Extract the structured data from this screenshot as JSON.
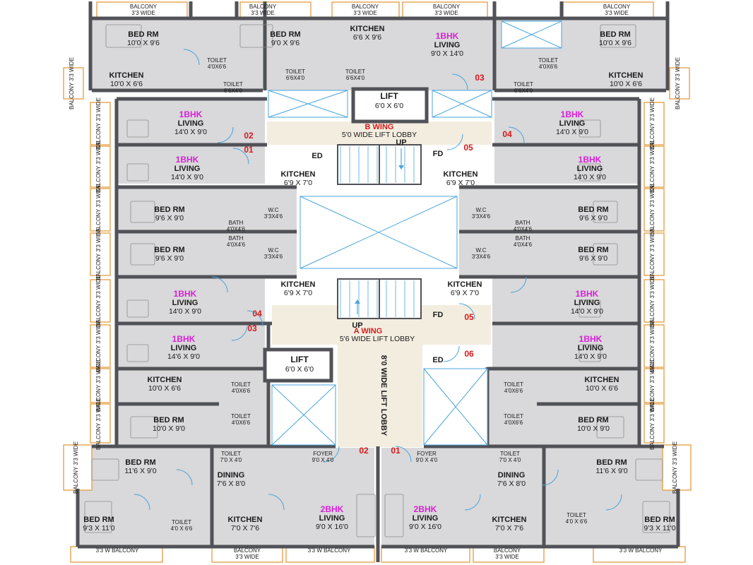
{
  "colors": {
    "wall": "#505257",
    "room_floor": "#d9d8da",
    "lobby_floor": "#f3ede0",
    "balcony_edge": "#e7a24d",
    "window": "#4aa6dc",
    "bhk_text": "#d81fd8",
    "flat_number": "#d61a1a"
  },
  "icons": [
    "door-swing-icon",
    "staircase-icon",
    "lift-shaft-icon",
    "duct-cross-icon",
    "furniture-icon"
  ],
  "rooms": [
    {
      "name": "BALCONY",
      "size": "3'3 WIDE",
      "kind": "balcony"
    },
    {
      "name": "BALCONY",
      "size": "3'3 WIDE",
      "kind": "balcony"
    },
    {
      "name": "BALCONY",
      "size": "3'3 WIDE",
      "kind": "balcony"
    },
    {
      "name": "BALCONY",
      "size": "3'3 WIDE",
      "kind": "balcony"
    },
    {
      "name": "BALCONY",
      "size": "3'3 WIDE",
      "kind": "balcony"
    },
    {
      "name": "BED RM",
      "size": "10'0 X 9'6",
      "kind": "room"
    },
    {
      "name": "BED RM",
      "size": "9'0 X 9'6",
      "kind": "room"
    },
    {
      "name": "KITCHEN",
      "size": "6'6 X 9'6",
      "kind": "room"
    },
    {
      "name": "LIVING",
      "size": "9'0 X 14'0",
      "tag": "1BHK",
      "kind": "room"
    },
    {
      "name": "BED RM",
      "size": "10'0 X 9'6",
      "kind": "room"
    },
    {
      "name": "TOILET",
      "size": "4'0X6'6",
      "kind": "small"
    },
    {
      "name": "TOILET",
      "size": "6'6X4'0",
      "kind": "small"
    },
    {
      "name": "TOILET",
      "size": "6'6X4'0",
      "kind": "small"
    },
    {
      "name": "TOILET",
      "size": "4'0X6'6",
      "kind": "small"
    },
    {
      "name": "KITCHEN",
      "size": "10'0 X 6'6",
      "kind": "room"
    },
    {
      "name": "TOILET",
      "size": "6'6X4'0",
      "kind": "small"
    },
    {
      "name": "TOILET",
      "size": "6'6X4'0",
      "kind": "small"
    },
    {
      "name": "KITCHEN",
      "size": "10'0 X 6'6",
      "kind": "room"
    },
    {
      "name": "LIFT",
      "size": "6'0 X 6'0",
      "kind": "big"
    },
    {
      "name": "LIVING",
      "size": "14'0 X 9'0",
      "tag": "1BHK",
      "kind": "room"
    },
    {
      "name": "LIVING",
      "size": "14'0 X 9'0",
      "tag": "1BHK",
      "kind": "room"
    },
    {
      "name": "LIVING",
      "size": "14'0 X 9'0",
      "tag": "1BHK",
      "kind": "room"
    },
    {
      "name": "LIVING",
      "size": "14'0 X 9'0",
      "tag": "1BHK",
      "kind": "room"
    },
    {
      "name": "KITCHEN",
      "size": "6'9 X 7'0",
      "kind": "room"
    },
    {
      "name": "KITCHEN",
      "size": "6'9 X 7'0",
      "kind": "room"
    },
    {
      "name": "BED RM",
      "size": "9'6 X 9'0",
      "kind": "room"
    },
    {
      "name": "BED RM",
      "size": "9'6 X 9'0",
      "kind": "room"
    },
    {
      "name": "BED RM",
      "size": "9'6 X 9'0",
      "kind": "room"
    },
    {
      "name": "BED RM",
      "size": "9'6 X 9'0",
      "kind": "room"
    },
    {
      "name": "W.C",
      "size": "3'3X4'6",
      "kind": "small"
    },
    {
      "name": "W.C",
      "size": "3'3X4'6",
      "kind": "small"
    },
    {
      "name": "W.C",
      "size": "3'3X4'6",
      "kind": "small"
    },
    {
      "name": "W.C",
      "size": "3'3X4'6",
      "kind": "small"
    },
    {
      "name": "BATH",
      "size": "4'0X4'6",
      "kind": "small"
    },
    {
      "name": "BATH",
      "size": "4'0X4'6",
      "kind": "small"
    },
    {
      "name": "BATH",
      "size": "4'0X4'6",
      "kind": "small"
    },
    {
      "name": "BATH",
      "size": "4'0X4'6",
      "kind": "small"
    },
    {
      "name": "KITCHEN",
      "size": "6'9 X 7'0",
      "kind": "room"
    },
    {
      "name": "KITCHEN",
      "size": "6'9 X 7'0",
      "kind": "room"
    },
    {
      "name": "LIVING",
      "size": "14'0 X 9'0",
      "tag": "1BHK",
      "kind": "room"
    },
    {
      "name": "LIVING",
      "size": "14'0 X 9'0",
      "tag": "1BHK",
      "kind": "room"
    },
    {
      "name": "LIVING",
      "size": "14'6 X 9'0",
      "tag": "1BHK",
      "kind": "room"
    },
    {
      "name": "LIVING",
      "size": "14'0 X 9'0",
      "tag": "1BHK",
      "kind": "room"
    },
    {
      "name": "LIFT",
      "size": "6'0 X 6'0",
      "kind": "big"
    },
    {
      "name": "KITCHEN",
      "size": "10'0 X 6'6",
      "kind": "room"
    },
    {
      "name": "KITCHEN",
      "size": "10'0 X 6'6",
      "kind": "room"
    },
    {
      "name": "TOILET",
      "size": "4'0X6'6",
      "kind": "small"
    },
    {
      "name": "TOILET",
      "size": "4'0X6'6",
      "kind": "small"
    },
    {
      "name": "TOILET",
      "size": "4'0X6'6",
      "kind": "small"
    },
    {
      "name": "TOILET",
      "size": "4'0X6'6",
      "kind": "small"
    },
    {
      "name": "BED RM",
      "size": "10'0 X 9'0",
      "kind": "room"
    },
    {
      "name": "BED RM",
      "size": "10'0 X 9'0",
      "kind": "room"
    },
    {
      "name": "BED RM",
      "size": "11'6 X 9'0",
      "kind": "room"
    },
    {
      "name": "BED RM",
      "size": "11'6 X 9'0",
      "kind": "room"
    },
    {
      "name": "TOILET",
      "size": "7'0 X 4'0",
      "kind": "small"
    },
    {
      "name": "TOILET",
      "size": "7'0 X 4'0",
      "kind": "small"
    },
    {
      "name": "FOYER",
      "size": "9'0 X 4'0",
      "kind": "small"
    },
    {
      "name": "FOYER",
      "size": "9'0 X 4'0",
      "kind": "small"
    },
    {
      "name": "DINING",
      "size": "7'6 X 8'0",
      "kind": "room"
    },
    {
      "name": "DINING",
      "size": "7'6 X 8'0",
      "kind": "room"
    },
    {
      "name": "BED RM",
      "size": "9'3 X 11'0",
      "kind": "room"
    },
    {
      "name": "BED RM",
      "size": "9'3 X 11'0",
      "kind": "room"
    },
    {
      "name": "TOILET",
      "size": "4'0 X 6'6",
      "kind": "small"
    },
    {
      "name": "TOILET",
      "size": "4'0 X 6'6",
      "kind": "small"
    },
    {
      "name": "KITCHEN",
      "size": "7'0 X 7'6",
      "kind": "room"
    },
    {
      "name": "KITCHEN",
      "size": "7'0 X 7'6",
      "kind": "room"
    },
    {
      "name": "LIVING",
      "size": "9'0 X 16'0",
      "tag": "2BHK",
      "kind": "room"
    },
    {
      "name": "LIVING",
      "size": "9'0 X 16'0",
      "tag": "2BHK",
      "kind": "room"
    },
    {
      "name": "3'3 W BALCONY",
      "size": "",
      "kind": "balcony"
    },
    {
      "name": "3'3 W BALCONY",
      "size": "",
      "kind": "balcony"
    },
    {
      "name": "3'3 W BALCONY",
      "size": "",
      "kind": "balcony"
    },
    {
      "name": "3'3 W BALCONY",
      "size": "",
      "kind": "balcony"
    },
    {
      "name": "BALCONY",
      "size": "3'3 WIDE",
      "kind": "balcony"
    },
    {
      "name": "BALCONY",
      "size": "3'3 WIDE",
      "kind": "balcony"
    }
  ],
  "side_balconies": [
    "BALCONY 3'3 WIDE"
  ],
  "lobbies": [
    {
      "wing": "B WING",
      "desc": "5'0 WIDE LIFT LOBBY"
    },
    {
      "wing": "A WING",
      "desc": "5'6 WIDE LIFT LOBBY"
    },
    {
      "wing": "",
      "desc": "8'0 WIDE LIFT LOBBY"
    }
  ],
  "stair_labels": [
    "UP",
    "UP"
  ],
  "shaft_labels": [
    "ED",
    "FD",
    "FD",
    "ED"
  ],
  "flat_numbers": [
    "03",
    "02",
    "01",
    "04",
    "05",
    "04",
    "03",
    "05",
    "06",
    "02",
    "01"
  ]
}
